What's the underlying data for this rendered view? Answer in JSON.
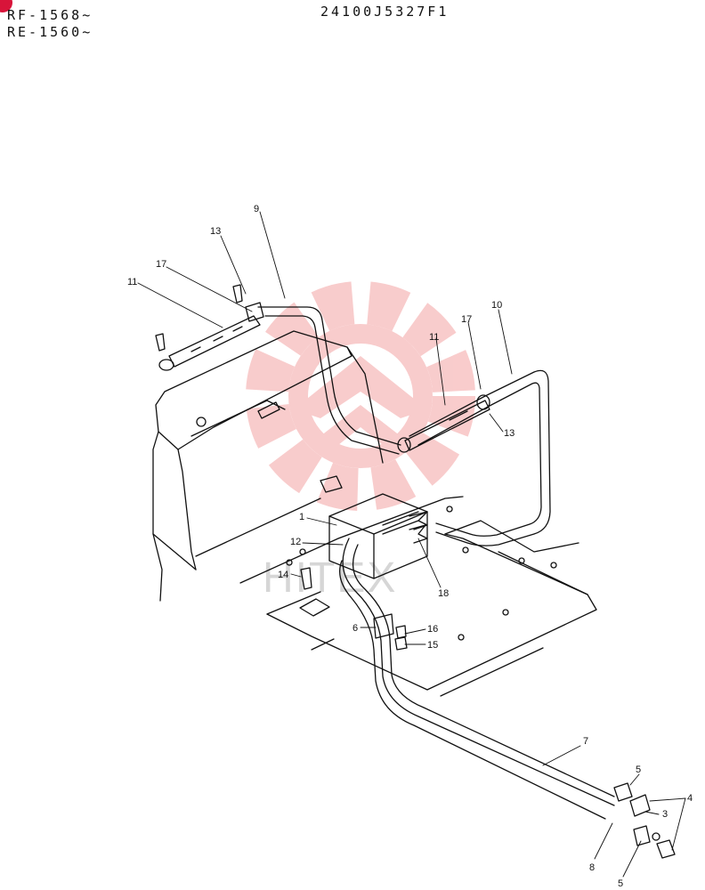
{
  "header": {
    "serial_line_1": "RF-1568~",
    "serial_line_2": "RE-1560~",
    "doc_code": "24100J5327F1"
  },
  "colors": {
    "badge": "#d8143a",
    "watermark": "#f4a3a3",
    "ink": "#111111"
  },
  "watermark": {
    "text": "HITEX"
  },
  "callouts": {
    "c9": "9",
    "c13a": "13",
    "c17a": "17",
    "c11a": "11",
    "c10": "10",
    "c17b": "17",
    "c11b": "11",
    "c13b": "13",
    "c1": "1",
    "c12": "12",
    "c14": "14",
    "c18": "18",
    "c6": "6",
    "c16": "16",
    "c15": "15",
    "c7": "7",
    "c5a": "5",
    "c4": "4",
    "c3": "3",
    "c8": "8",
    "c5b": "5"
  }
}
